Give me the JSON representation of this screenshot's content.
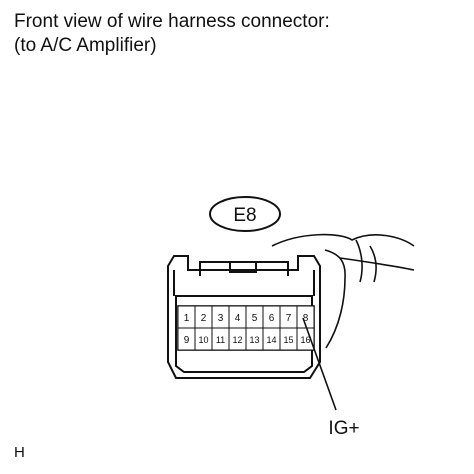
{
  "caption": {
    "line1": "Front view of wire harness connector:",
    "line2": "(to A/C Amplifier)"
  },
  "connector_id": "E8",
  "pins_top": [
    "1",
    "2",
    "3",
    "4",
    "5",
    "6",
    "7",
    "8"
  ],
  "pins_bottom": [
    "9",
    "10",
    "11",
    "12",
    "13",
    "14",
    "15",
    "16"
  ],
  "terminal_label": "IG+",
  "corner_code": "H"
}
